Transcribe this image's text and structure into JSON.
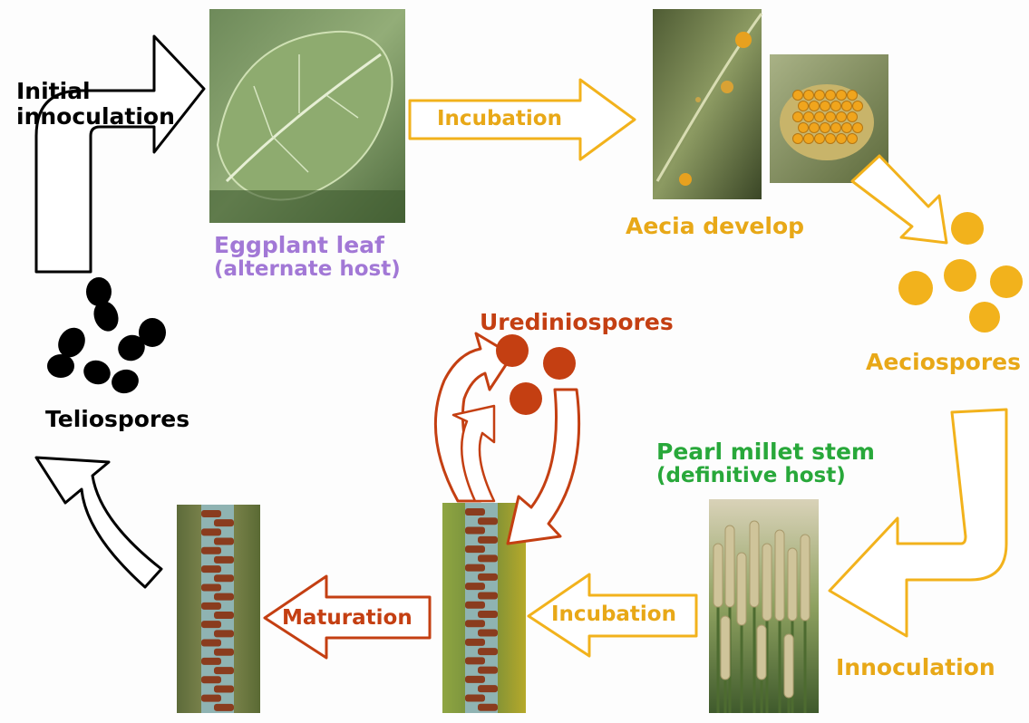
{
  "labels": {
    "initial_inoculation_line1": "Initial",
    "initial_inoculation_line2": "innoculation",
    "eggplant_line1": "Eggplant leaf",
    "eggplant_line2": "(alternate host)",
    "aecia_develop": "Aecia develop",
    "aeciospores": "Aeciospores",
    "urediniospores": "Urediniospores",
    "teliospores": "Teliospores",
    "pearl_millet_line1": "Pearl millet stem",
    "pearl_millet_line2": "(definitive host)",
    "incubation_top": "Incubation",
    "incubation_bottom": "Incubation",
    "maturation": "Maturation",
    "innoculation_bottom": "Innoculation"
  },
  "colors": {
    "black": "#000000",
    "orange": "#f2b21c",
    "orange_text": "#e8a817",
    "rust": "#c43f12",
    "purple": "#a278d6",
    "green": "#28a83a"
  },
  "icons": {
    "leaf_photo": "eggplant-leaf-photo",
    "aecia_photo": "aecia-closeup-photo",
    "millet_photo": "pearl-millet-field-photo",
    "stem_photo": "rusted-stem-photo"
  }
}
